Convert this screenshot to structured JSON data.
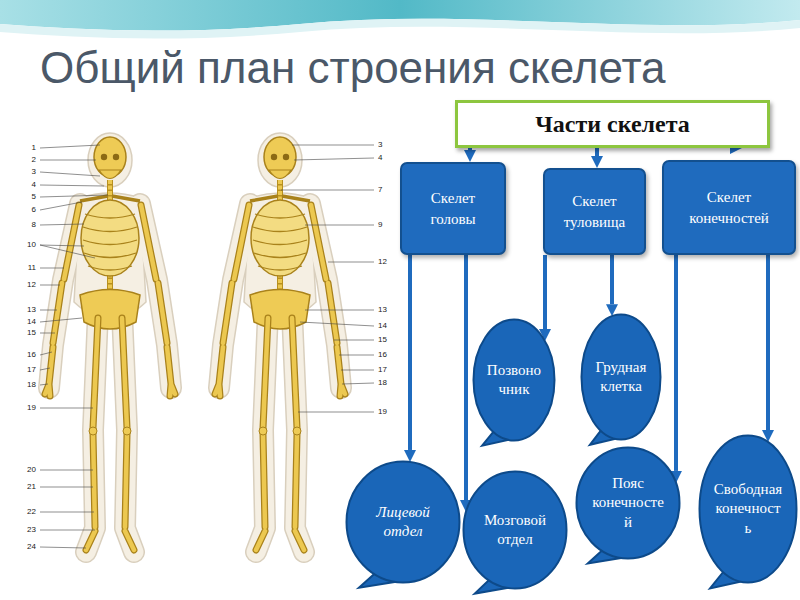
{
  "diagram": {
    "title": "Общий план строения скелета",
    "nodes": [
      {
        "text": [
          "Части скелета"
        ]
      },
      {
        "text": [
          "Скелет головы"
        ]
      },
      {
        "text": [
          "Скелет туловища"
        ]
      },
      {
        "text": [
          "Скелет конечностей"
        ]
      },
      {
        "text": [
          "Позвоночник"
        ]
      },
      {
        "text": [
          "Грудная клетка"
        ]
      },
      {
        "text": [
          "Лицевой отдел"
        ]
      },
      {
        "text": [
          "Мозговой отдел"
        ]
      },
      {
        "text": [
          "Пояс конечностей"
        ]
      },
      {
        "text": [
          "Свободная конечность"
        ]
      }
    ],
    "edges": [
      {
        "from": 0,
        "to": 1,
        "arrow": "to"
      },
      {
        "from": 0,
        "to": 2,
        "arrow": "to"
      },
      {
        "from": 0,
        "to": 3,
        "arrow": "to"
      },
      {
        "from": 1,
        "to": 6,
        "arrow": "to"
      },
      {
        "from": 1,
        "to": 7,
        "arrow": "to"
      },
      {
        "from": 2,
        "to": 4,
        "arrow": "to"
      },
      {
        "from": 2,
        "to": 5,
        "arrow": "to"
      },
      {
        "from": 3,
        "to": 8,
        "arrow": "to"
      },
      {
        "from": 3,
        "to": 9,
        "arrow": "to"
      }
    ],
    "labels": [
      "1",
      "2",
      "3",
      "4",
      "5",
      "6",
      "8",
      "10",
      "11",
      "12",
      "13",
      "14",
      "15",
      "16",
      "17",
      "18",
      "19",
      "20",
      "21",
      "22",
      "23",
      "24",
      "3",
      "4",
      "7",
      "9",
      "12",
      "13",
      "14",
      "15",
      "16",
      "17",
      "18",
      "19"
    ]
  }
}
